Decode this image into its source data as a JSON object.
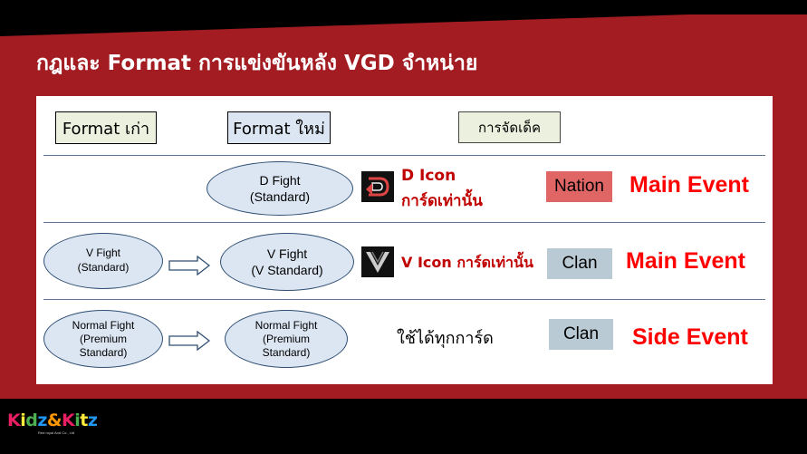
{
  "title": "กฎและ Format การแข่งขันหลัง VGD จำหน่าย",
  "headers": {
    "old_format": "Format เก่า",
    "new_format": "Format ใหม่",
    "deck_building": "การจัดเด็ค"
  },
  "rows": [
    {
      "old": "",
      "new": "D Fight\n(Standard)",
      "card_text_line1": "D Icon",
      "card_text_line2": "การ์ดเท่านั้น",
      "icon": "d-icon",
      "tag": "Nation",
      "tag_color": "#e06666",
      "event": "Main Event"
    },
    {
      "old": "V Fight\n(Standard)",
      "new": "V Fight\n(V Standard)",
      "card_text": "V Icon การ์ดเท่านั้น",
      "icon": "v-icon",
      "tag": "Clan",
      "tag_color": "#b9cad4",
      "event": "Main Event"
    },
    {
      "old": "Normal Fight\n(Premium\nStandard)",
      "new": "Normal Fight\n(Premium\nStandard)",
      "card_text": "ใช้ได้ทุกการ์ด",
      "tag": "Clan",
      "tag_color": "#b9cad4",
      "event": "Side Event"
    }
  ],
  "logo": {
    "text": "Kidz&Kitz",
    "subtext": "Red royal And Co., Ltd",
    "colors": [
      "#e91e63",
      "#ffeb3b",
      "#4caf50",
      "#2196f3",
      "#ff9800",
      "#e91e63",
      "#4caf50",
      "#ffeb3b",
      "#2196f3"
    ]
  }
}
